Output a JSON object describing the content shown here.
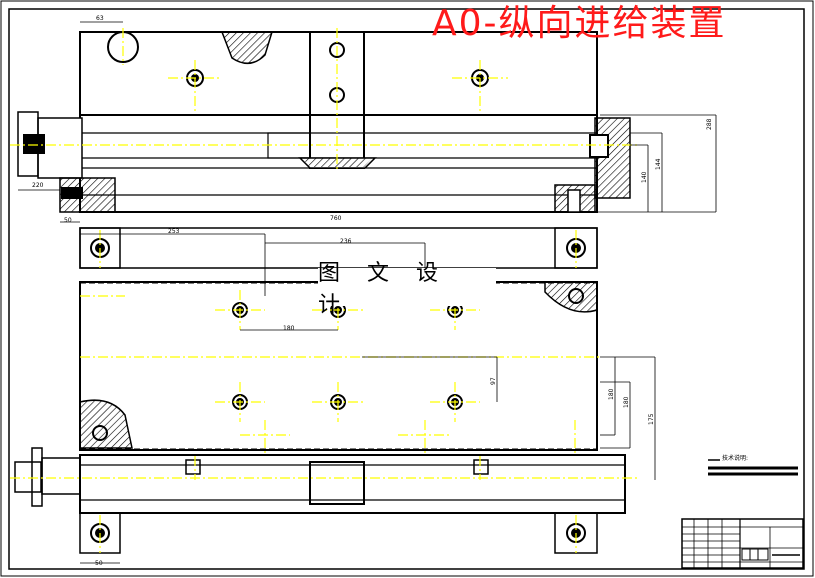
{
  "title": "A0-纵向进给装置",
  "watermark": "图 文 设 计",
  "note": "技术说明:",
  "dimensions": {
    "d63": "63",
    "d760": "760",
    "d253": "253",
    "d236": "236",
    "d180": "180",
    "d50a": "50",
    "d50b": "50",
    "d220": "220",
    "d288": "288",
    "d144": "144",
    "d140": "140",
    "d97": "97",
    "d175": "175",
    "d180b": "180",
    "d180c": "180"
  },
  "colors": {
    "line": "#000000",
    "center": "#ffff00",
    "title": "#ff1a1a"
  }
}
